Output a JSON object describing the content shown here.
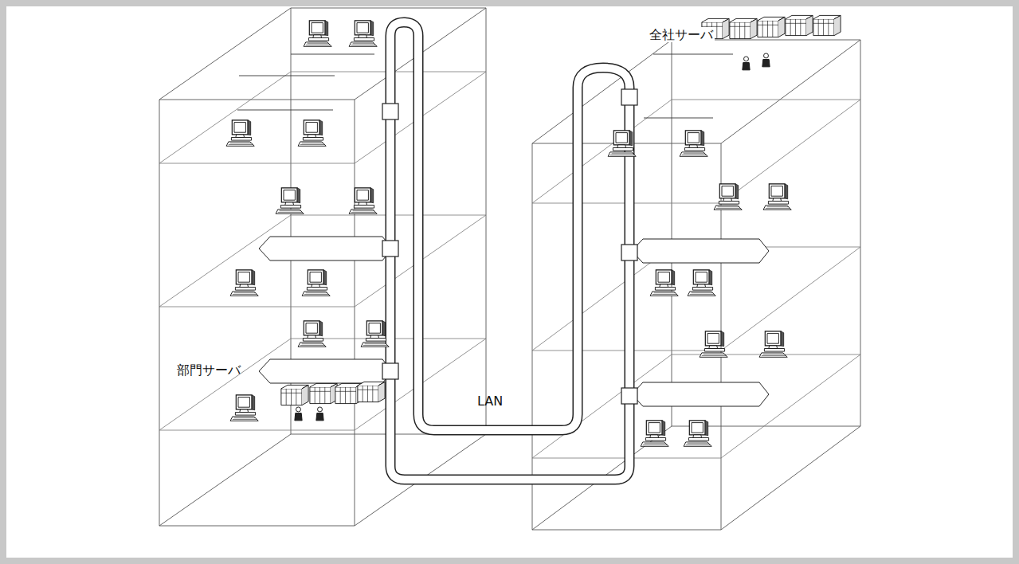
{
  "diagram": {
    "labels": [
      "全社サーバ",
      "部門サーバ",
      "LAN"
    ]
  }
}
